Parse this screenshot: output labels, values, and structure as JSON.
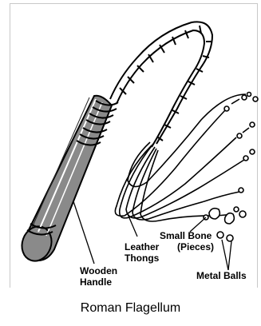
{
  "labels": {
    "wooden_handle": [
      "Wooden",
      "Handle"
    ],
    "leather_thongs": [
      "Leather",
      "Thongs"
    ],
    "small_bone": [
      "Small Bone",
      "(Pieces)"
    ],
    "metal_balls": "Metal Balls"
  },
  "caption": "Roman Flagellum",
  "colors": {
    "ink": "#000000",
    "handle_fill": "#8a8a8a",
    "border": "#c8c8c8",
    "background": "#ffffff"
  }
}
